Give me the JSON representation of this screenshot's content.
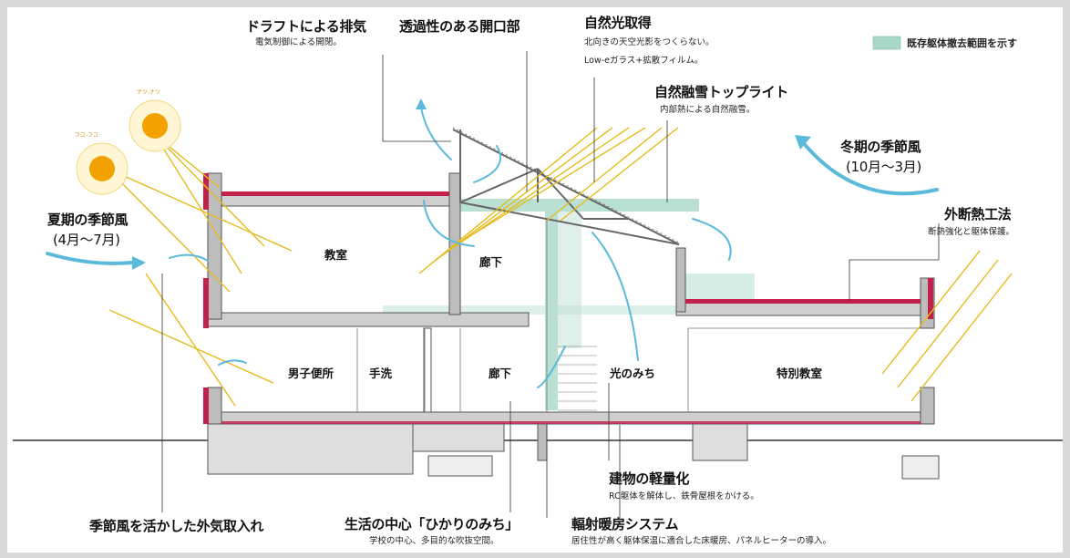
{
  "legend": {
    "label": "既存躯体撤去範囲を示す",
    "color": "#a9d8c9"
  },
  "colors": {
    "wind": "#5bbad9",
    "sun_ray": "#e4bc1e",
    "sun": "#f2a100",
    "insulation": "#c2214a",
    "structure": "#8a8a8a",
    "removed": "#a9d8c9"
  },
  "callouts": {
    "draft": {
      "title": "ドラフトによる排気",
      "sub": "電気制御による開閉。"
    },
    "opening": {
      "title": "透過性のある開口部"
    },
    "daylight": {
      "title": "自然光取得",
      "sub1": "北向きの天空光影をつくらない。",
      "sub2": "Low-eガラス+拡散フィルム。"
    },
    "toplight": {
      "title": "自然融雪トップライト",
      "sub": "内部熱による自然融雪。"
    },
    "winter_wind": {
      "title": "冬期の季節風",
      "period": "(10月〜3月)"
    },
    "summer_wind": {
      "title": "夏期の季節風",
      "period": "(4月〜7月)"
    },
    "ext_insulation": {
      "title": "外断熱工法",
      "sub": "断熱強化と躯体保護。"
    },
    "lightweight": {
      "title": "建物の軽量化",
      "sub": "RC躯体を解体し、鉄骨屋根をかける。"
    },
    "intake": {
      "title": "季節風を活かした外気取入れ"
    },
    "center": {
      "title": "生活の中心「ひかりのみち」",
      "sub": "学校の中心、多目的な吹抜空間。"
    },
    "radiant": {
      "title": "輻射暖房システム",
      "sub": "居住性が高く躯体保温に適合した床暖房、パネルヒーターの導入。"
    }
  },
  "rooms": {
    "classroom": "教室",
    "corridor_upper": "廊下",
    "mens_toilet": "男子便所",
    "washroom": "手洗",
    "corridor_lower": "廊下",
    "light_path": "光のみち",
    "special_classroom": "特別教室"
  },
  "sun_labels": {
    "summer": "ナツ-ナツ",
    "winter": "フユ-フユ"
  }
}
